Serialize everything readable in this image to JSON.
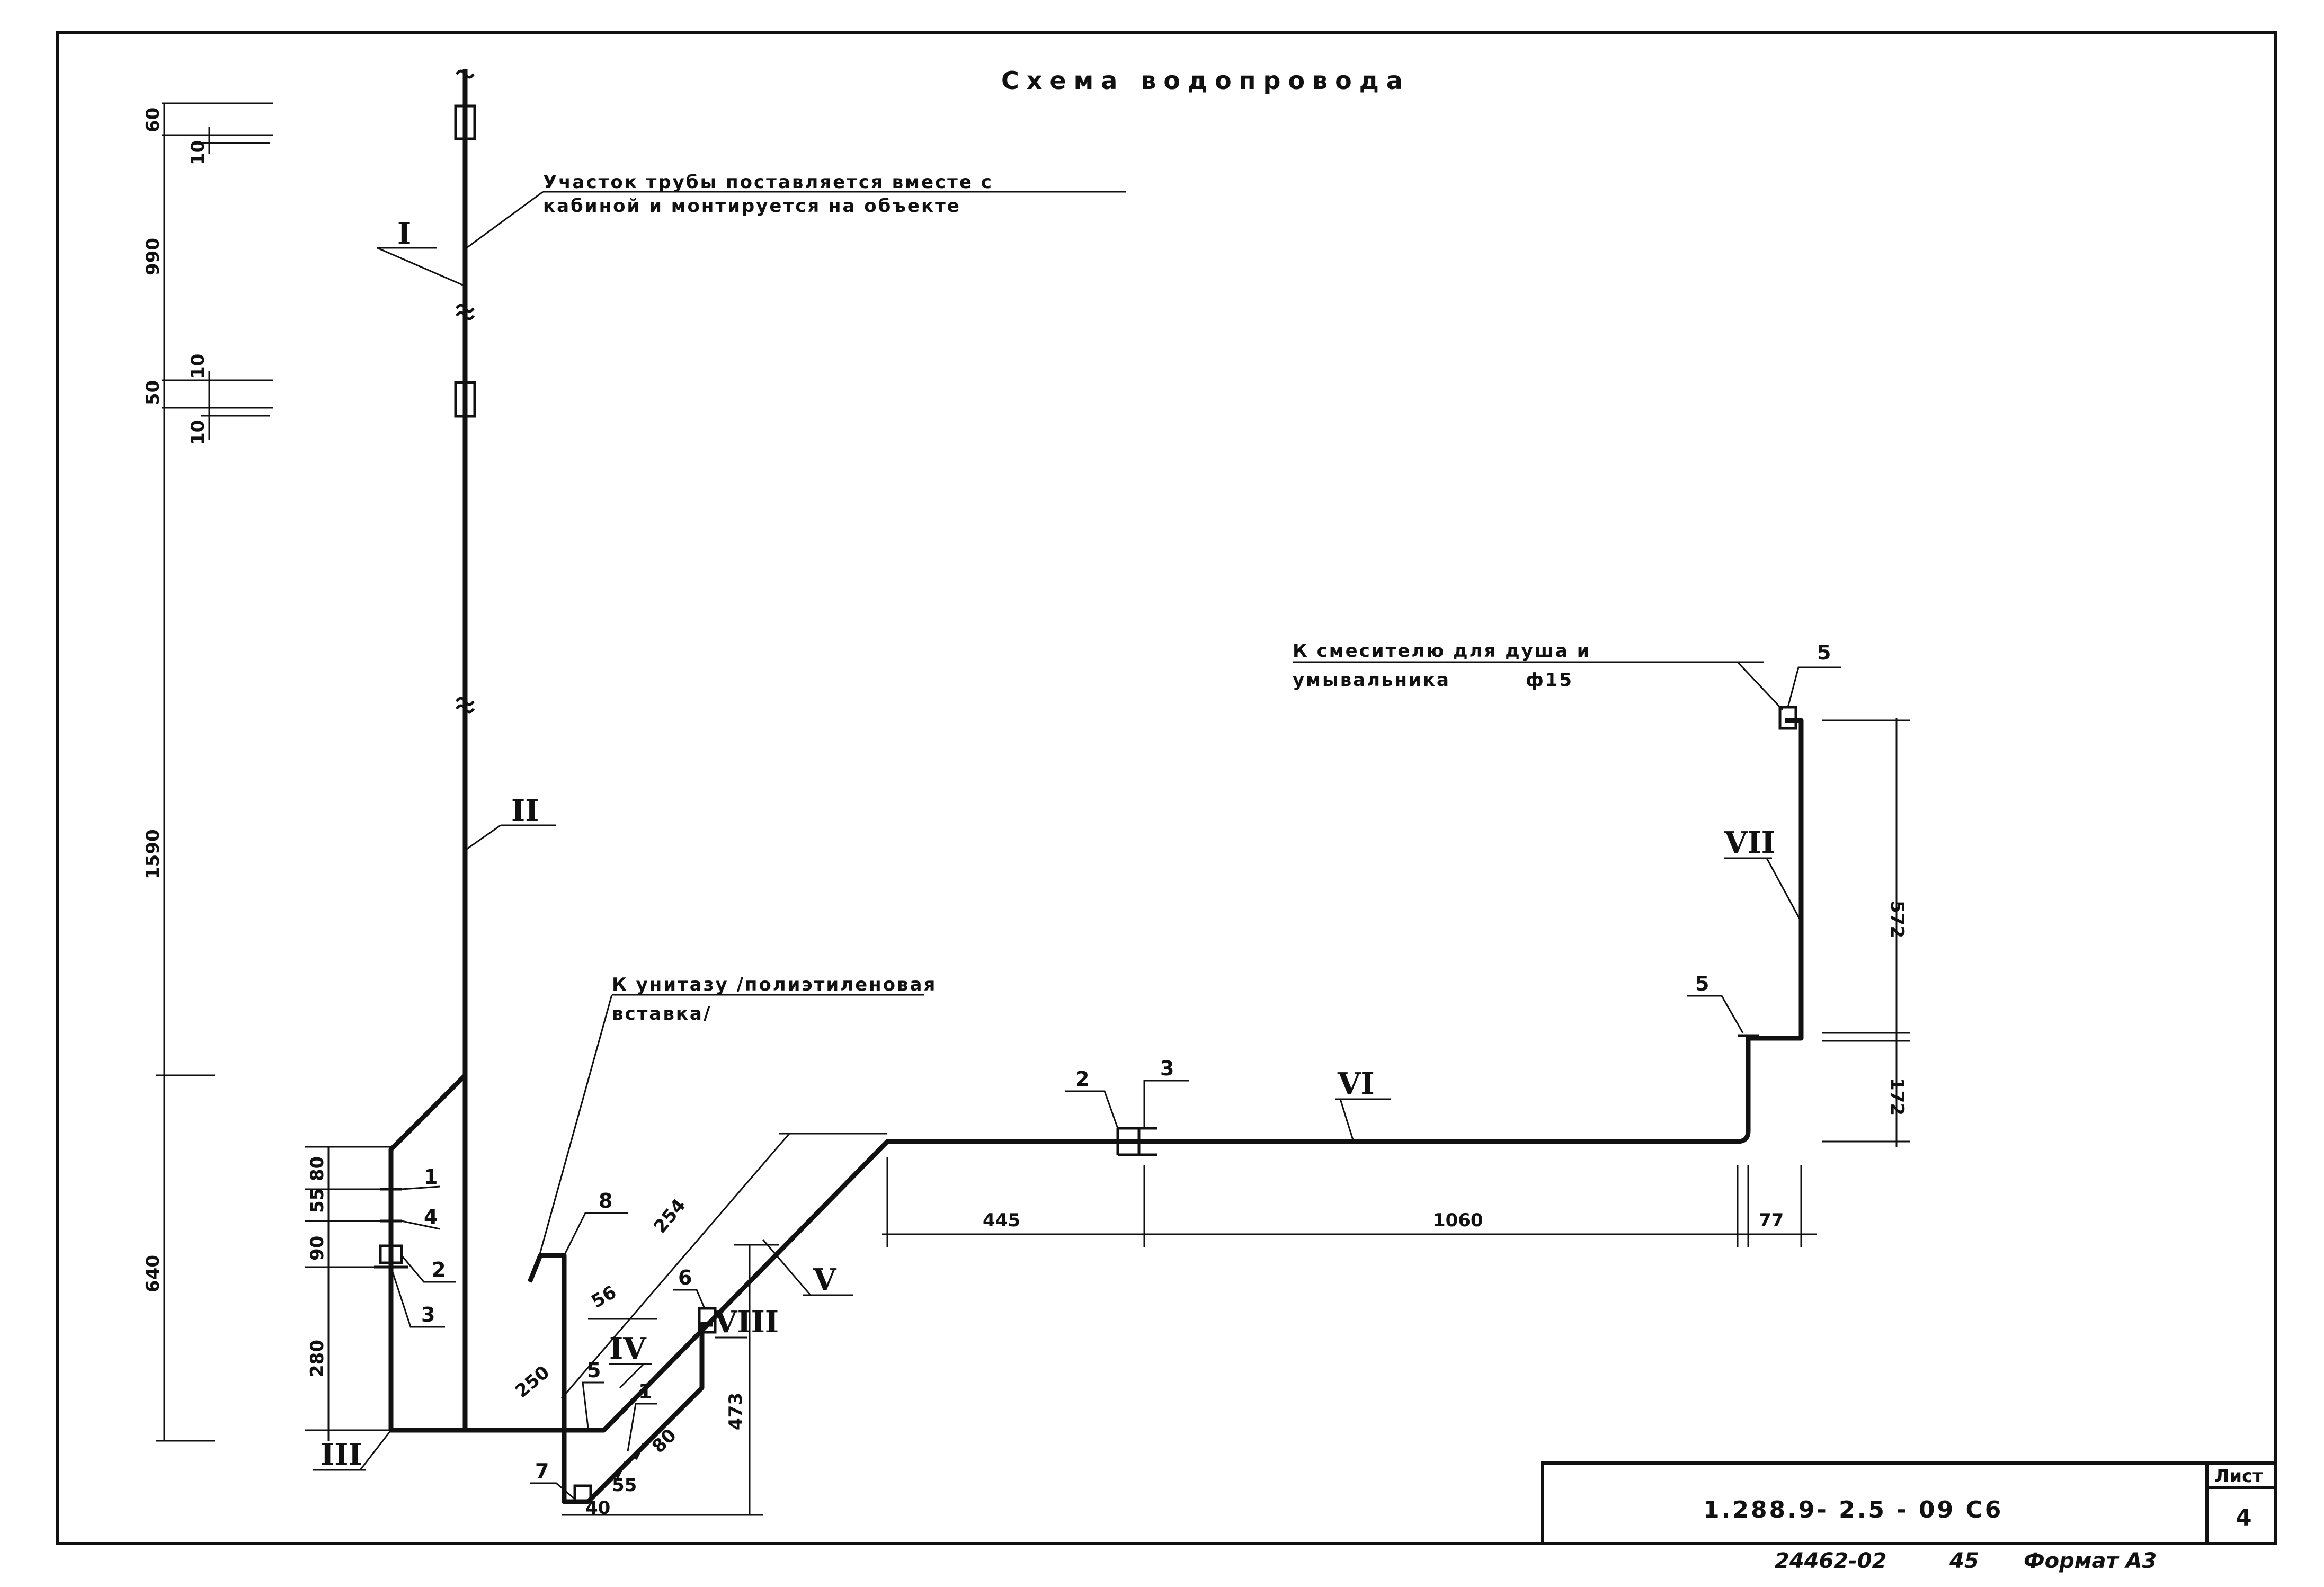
{
  "drawing": {
    "title": "Схема водопровода",
    "note_top_line1": "Участок трубы поставляется вместе с",
    "note_top_line2": "кабиной и монтируется на объекте",
    "note_shower_line1": "К смесителю для душа и",
    "note_shower_line2": "умывальника",
    "note_shower_diam": "ф15",
    "note_toilet_line1": "К унитазу /полиэтиленовая",
    "note_toilet_line2": "вставка/"
  },
  "section_labels": {
    "I": "I",
    "II": "II",
    "III": "III",
    "IV": "IV",
    "V": "V",
    "VI": "VI",
    "VII": "VII",
    "VIII": "VIII"
  },
  "part_marks": {
    "left_1": "1",
    "left_4": "4",
    "left_2": "2",
    "left_3": "3",
    "mid_8": "8",
    "mid_6": "6",
    "mid_5": "5",
    "mid_1": "1",
    "mid_7": "7",
    "right_2": "2",
    "right_3": "3",
    "right_5_low": "5",
    "right_5_top": "5"
  },
  "dimensions": {
    "left_60": "60",
    "left_10a": "10",
    "left_990": "990",
    "left_10b": "10",
    "left_50": "50",
    "left_10c": "10",
    "left_1590": "1590",
    "left_640": "640",
    "lower_80": "80",
    "lower_55": "55",
    "lower_90": "90",
    "lower_280": "280",
    "diag_254": "254",
    "diag_56": "56",
    "diag_250": "250",
    "diag_80": "80",
    "bot_40": "40",
    "bot_55": "55",
    "vert_473": "473",
    "horiz_445": "445",
    "horiz_1060": "1060",
    "horiz_77": "77",
    "vert_572": "572",
    "vert_172": "172"
  },
  "title_block": {
    "code": "1.288.9- 2.5 - 09   С6",
    "sheet_label": "Лист",
    "sheet_number": "4"
  },
  "footer": {
    "inventory": "24462-02",
    "number": "45",
    "format": "Формат А3"
  }
}
